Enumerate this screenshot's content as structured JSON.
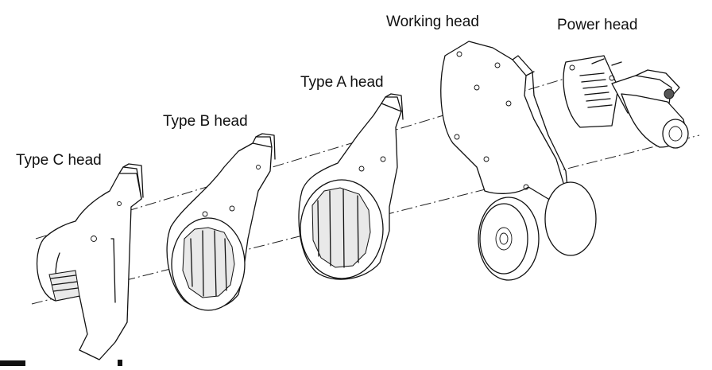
{
  "labels": {
    "type_c": "Type C head",
    "type_b": "Type B head",
    "type_a": "Type A head",
    "working": "Working head",
    "power": "Power head"
  },
  "colors": {
    "line": "#111111",
    "background": "#ffffff"
  }
}
